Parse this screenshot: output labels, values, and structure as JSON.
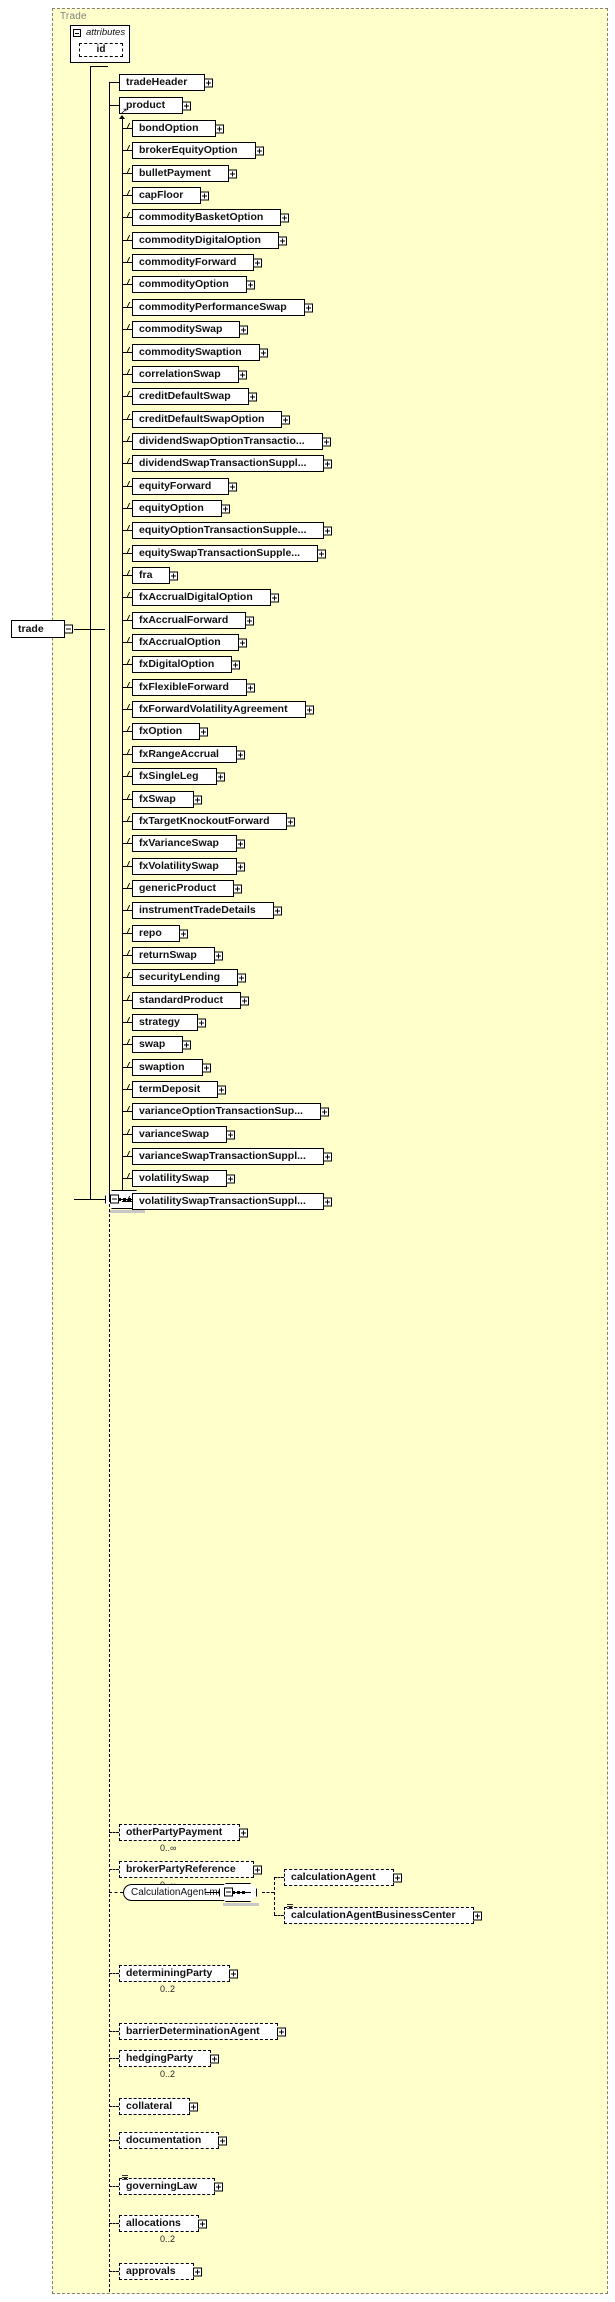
{
  "diagram": {
    "type": "xsd-schema-diagram",
    "container_label": "Trade",
    "root_element": "trade",
    "colors": {
      "container_fill": "#ffffcc",
      "container_border": "#808080",
      "node_fill": "#ffffff",
      "node_border": "#000000",
      "shadow": "#c8c8c8",
      "title_text": "#808080"
    }
  },
  "attributes_group": {
    "label": "attributes",
    "expander": "minus",
    "items": [
      {
        "name": "id"
      }
    ]
  },
  "compositor": {
    "symbol": "sequence",
    "expander": "minus"
  },
  "top_children": [
    {
      "name": "tradeHeader",
      "expander": "plus",
      "optional": false
    }
  ],
  "product_node": {
    "name": "product",
    "expander": "plus",
    "optional": false
  },
  "product_substitutions": [
    {
      "name": "bondOption",
      "expander": "plus"
    },
    {
      "name": "brokerEquityOption",
      "expander": "plus"
    },
    {
      "name": "bulletPayment",
      "expander": "plus"
    },
    {
      "name": "capFloor",
      "expander": "plus"
    },
    {
      "name": "commodityBasketOption",
      "expander": "plus"
    },
    {
      "name": "commodityDigitalOption",
      "expander": "plus"
    },
    {
      "name": "commodityForward",
      "expander": "plus"
    },
    {
      "name": "commodityOption",
      "expander": "plus"
    },
    {
      "name": "commodityPerformanceSwap",
      "expander": "plus"
    },
    {
      "name": "commoditySwap",
      "expander": "plus"
    },
    {
      "name": "commoditySwaption",
      "expander": "plus"
    },
    {
      "name": "correlationSwap",
      "expander": "plus"
    },
    {
      "name": "creditDefaultSwap",
      "expander": "plus"
    },
    {
      "name": "creditDefaultSwapOption",
      "expander": "plus"
    },
    {
      "name": "dividendSwapOptionTransactio...",
      "expander": "plus"
    },
    {
      "name": "dividendSwapTransactionSuppl...",
      "expander": "plus"
    },
    {
      "name": "equityForward",
      "expander": "plus"
    },
    {
      "name": "equityOption",
      "expander": "plus"
    },
    {
      "name": "equityOptionTransactionSupple...",
      "expander": "plus"
    },
    {
      "name": "equitySwapTransactionSupple...",
      "expander": "plus"
    },
    {
      "name": "fra",
      "expander": "plus"
    },
    {
      "name": "fxAccrualDigitalOption",
      "expander": "plus"
    },
    {
      "name": "fxAccrualForward",
      "expander": "plus"
    },
    {
      "name": "fxAccrualOption",
      "expander": "plus"
    },
    {
      "name": "fxDigitalOption",
      "expander": "plus"
    },
    {
      "name": "fxFlexibleForward",
      "expander": "plus"
    },
    {
      "name": "fxForwardVolatilityAgreement",
      "expander": "plus"
    },
    {
      "name": "fxOption",
      "expander": "plus"
    },
    {
      "name": "fxRangeAccrual",
      "expander": "plus"
    },
    {
      "name": "fxSingleLeg",
      "expander": "plus"
    },
    {
      "name": "fxSwap",
      "expander": "plus"
    },
    {
      "name": "fxTargetKnockoutForward",
      "expander": "plus"
    },
    {
      "name": "fxVarianceSwap",
      "expander": "plus"
    },
    {
      "name": "fxVolatilitySwap",
      "expander": "plus"
    },
    {
      "name": "genericProduct",
      "expander": "plus"
    },
    {
      "name": "instrumentTradeDetails",
      "expander": "plus"
    },
    {
      "name": "repo",
      "expander": "plus"
    },
    {
      "name": "returnSwap",
      "expander": "plus"
    },
    {
      "name": "securityLending",
      "expander": "plus"
    },
    {
      "name": "standardProduct",
      "expander": "plus"
    },
    {
      "name": "strategy",
      "expander": "plus"
    },
    {
      "name": "swap",
      "expander": "plus"
    },
    {
      "name": "swaption",
      "expander": "plus"
    },
    {
      "name": "termDeposit",
      "expander": "plus"
    },
    {
      "name": "varianceOptionTransactionSup...",
      "expander": "plus"
    },
    {
      "name": "varianceSwap",
      "expander": "plus"
    },
    {
      "name": "varianceSwapTransactionSuppl...",
      "expander": "plus"
    },
    {
      "name": "volatilitySwap",
      "expander": "plus"
    },
    {
      "name": "volatilitySwapTransactionSuppl...",
      "expander": "plus"
    }
  ],
  "tail_children": [
    {
      "name": "otherPartyPayment",
      "expander": "plus",
      "optional": true,
      "occurrence": "0..∞",
      "list_glyph": false
    },
    {
      "name": "brokerPartyReference",
      "expander": "plus",
      "optional": true,
      "occurrence": "0..∞",
      "list_glyph": false
    },
    {
      "name": "determiningParty",
      "expander": "plus",
      "optional": true,
      "occurrence": "0..2",
      "list_glyph": false
    },
    {
      "name": "barrierDeterminationAgent",
      "expander": "plus",
      "optional": true,
      "occurrence": "",
      "list_glyph": false
    },
    {
      "name": "hedgingParty",
      "expander": "plus",
      "optional": true,
      "occurrence": "0..2",
      "list_glyph": false
    },
    {
      "name": "collateral",
      "expander": "plus",
      "optional": true,
      "occurrence": "",
      "list_glyph": false
    },
    {
      "name": "documentation",
      "expander": "plus",
      "optional": true,
      "occurrence": "",
      "list_glyph": false
    },
    {
      "name": "governingLaw",
      "expander": "plus",
      "optional": true,
      "occurrence": "",
      "list_glyph": true
    },
    {
      "name": "allocations",
      "expander": "plus",
      "optional": true,
      "occurrence": "0..2",
      "list_glyph": false
    },
    {
      "name": "approvals",
      "expander": "plus",
      "optional": true,
      "occurrence": "",
      "list_glyph": false
    }
  ],
  "calculation_agent_model": {
    "label": "CalculationAgent.model",
    "expander": "minus",
    "compositor": "sequence",
    "compositor_expander": "minus",
    "children": [
      {
        "name": "calculationAgent",
        "expander": "plus",
        "optional": true,
        "list_glyph": false
      },
      {
        "name": "calculationAgentBusinessCenter",
        "expander": "plus",
        "optional": true,
        "list_glyph": true
      }
    ]
  }
}
